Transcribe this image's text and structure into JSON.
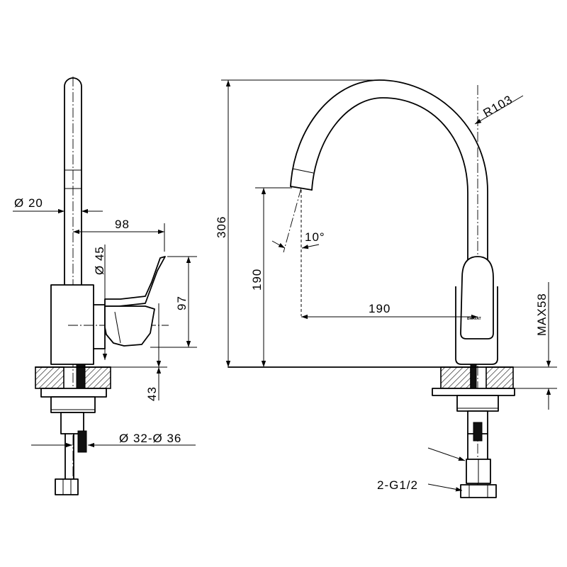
{
  "dimensions": {
    "spout_diameter": "Ø 20",
    "handle_reach": "98",
    "body_diameter": "Ø 45",
    "handle_height": "97",
    "base_height": "43",
    "mount_hole": "Ø 32-Ø 36",
    "total_height": "306",
    "spout_radius": "R103",
    "spout_angle": "10°",
    "outlet_height": "190",
    "spout_reach": "190",
    "max_deck": "MAX58",
    "connection": "2-G1/2"
  },
  "brand_mark": "BRAVAT",
  "colors": {
    "line": "#000000",
    "background": "#ffffff",
    "hatch": "#000000"
  }
}
